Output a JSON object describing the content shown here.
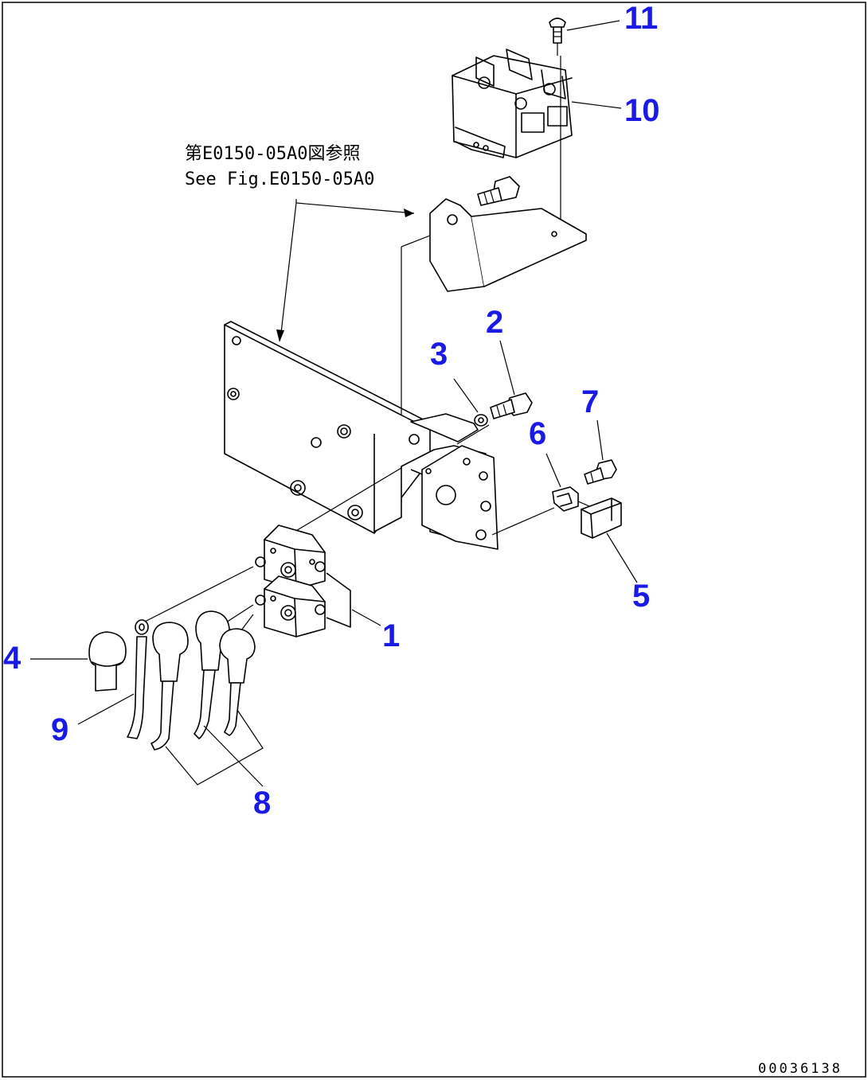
{
  "diagram": {
    "reference_note": {
      "line_ja": "第E0150-05A0図参照",
      "line_en": "See Fig.E0150-05A0"
    },
    "drawing_code": "00036138",
    "callouts": [
      {
        "id": "1",
        "label": "1"
      },
      {
        "id": "2",
        "label": "2"
      },
      {
        "id": "3",
        "label": "3"
      },
      {
        "id": "4",
        "label": "4"
      },
      {
        "id": "5",
        "label": "5"
      },
      {
        "id": "6",
        "label": "6"
      },
      {
        "id": "7",
        "label": "7"
      },
      {
        "id": "8",
        "label": "8"
      },
      {
        "id": "9",
        "label": "9"
      },
      {
        "id": "10",
        "label": "10"
      },
      {
        "id": "11",
        "label": "11"
      }
    ],
    "colors": {
      "callout": "#1a1ae6",
      "line": "#000000",
      "background": "#ffffff"
    }
  }
}
